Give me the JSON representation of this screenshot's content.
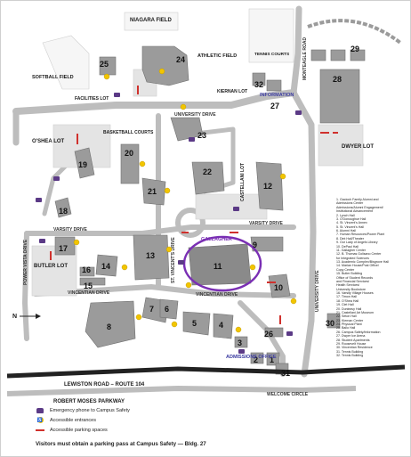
{
  "map_labels": {
    "niagara_field": "NIAGARA FIELD",
    "athletic_field": "ATHLETIC FIELD",
    "tennis_courts": "TENNIS\nCOURTS",
    "softball_field": "SOFTBALL FIELD",
    "facilities_lot": "FACILITIES\nLOT",
    "kiernan_lot": "KIERNAN LOT",
    "information": "INFORMATION",
    "university_drive": "UNIVERSITY DRIVE",
    "basketball_courts": "BASKETBALL\nCOURTS",
    "oshea_lot": "O'SHEA LOT",
    "dwyer_lot": "DWYER LOT",
    "varsity_drive_left": "VARSITY DRIVE",
    "varsity_drive_right": "VARSITY DRIVE",
    "castellani_lot": "CASTELLANI LOT",
    "gallagher": "GALLAGHER",
    "st_vincents_drive": "ST. VINCENT'S DRIVE",
    "butler_lot": "BUTLER\nLOT",
    "vincentian_drive_left": "VINCENTIAN DRIVE",
    "vincentian_drive_right": "VINCENTIAN DRIVE",
    "power_vista_drive": "POWER VISTA DRIVE",
    "university_drive_right": "UNIVERSITY DRIVE",
    "monteagle_road": "MONTEAGLE ROAD",
    "lewiston_road": "LEWISTON ROAD – ROUTE 104",
    "robert_moses": "ROBERT MOSES PARKWAY",
    "admissions_office": "ADMISSIONS\nOFFICE",
    "welcome_circle": "WELCOME CIRCLE",
    "north": "N"
  },
  "buildings": [
    "1",
    "2",
    "3",
    "4",
    "5",
    "6",
    "7",
    "8",
    "9",
    "10",
    "11",
    "12",
    "13",
    "14",
    "15",
    "16",
    "17",
    "18",
    "19",
    "20",
    "21",
    "22",
    "23",
    "24",
    "25",
    "26",
    "27",
    "28",
    "29",
    "30",
    "31",
    "32"
  ],
  "directory": [
    "1.  Gacioch Family Alumni and",
    "     Admissions Center",
    "     Admissions/Alumni Engagement/",
    "     Institutional Advancement",
    "2.  Lynch Hall",
    "3.  O'Donoughue Hall",
    "4.  St. Vincent's Annex",
    "5.  St. Vincent's Hall",
    "6.  Alumni Hall",
    "7.  Human Resources/Power Plant",
    "8.  Dint Hall/Theater",
    "9.  Our Lady of Angels Library",
    "10. DePaul Hall",
    "11. Gallagher Center",
    "12. B. Thomas Golisano Center",
    "     for Integrated Sciences",
    "13. Academic Complex/Bisgrove Hall",
    "14. Marian House/Post Office/",
    "     Copy Center",
    "15. Butler Building",
    "     Office of Student Records",
    "     and Financial Services/",
    "     Health Services/",
    "     University Bookstore",
    "16. Varsity Village Houses",
    "17. Timon Hall",
    "18. O'Shea Hall",
    "19. Clet Hall",
    "20. Dunleavy Hall",
    "21. Castellani Art Museum",
    "22. Seton Hall",
    "23. Kiernan Center",
    "24. Physical Plant",
    "25. Bailo Hall",
    "26. Campus Safety/Information",
    "27. Dwyer Ice Arena",
    "28. Student Apartments",
    "29. Roosevelt House",
    "30. Vincentian Residence",
    "31. Tennis Building",
    "32. Tennis Building"
  ],
  "legend": {
    "phone": "Emergency phone to Campus Safety",
    "entrance": "Accessible entrances",
    "parking": "Accessible parking spaces"
  },
  "visitor_note": "Visitors must obtain a parking pass at Campus Safety — Bldg. 27",
  "colors": {
    "building": "#9b9b9b",
    "road": "#bdbdbd",
    "lot": "#e4e4e4",
    "highlight": "#7a2fb4",
    "phone": "#5b3a86",
    "accessible": "#f2c500",
    "parking": "#d0312d"
  }
}
